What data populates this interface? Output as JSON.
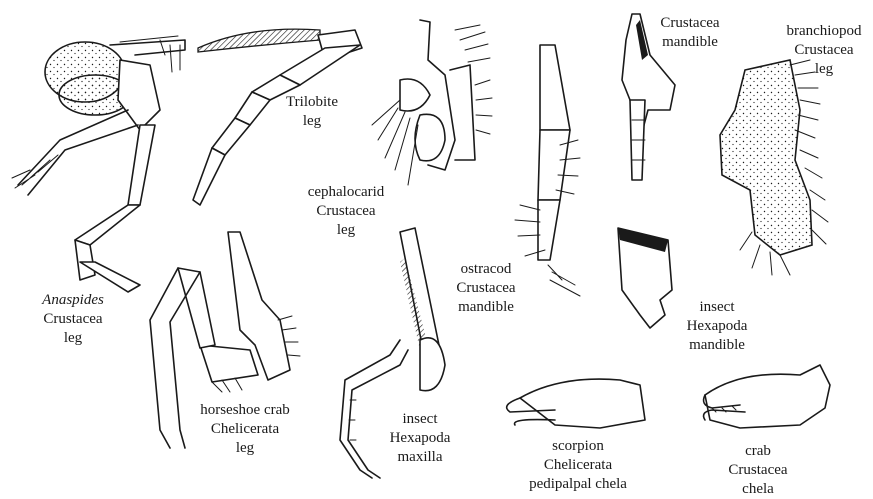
{
  "labels": {
    "anaspides": [
      "Anaspides",
      "Crustacea",
      "leg"
    ],
    "trilobite": [
      "Trilobite",
      "leg"
    ],
    "cephalocarid": [
      "cephalocarid",
      "Crustacea",
      "leg"
    ],
    "crustacea_mandible": [
      "Crustacea",
      "mandible"
    ],
    "branchiopod": [
      "branchiopod",
      "Crustacea",
      "leg"
    ],
    "ostracod": [
      "ostracod",
      "Crustacea",
      "mandible"
    ],
    "insect_mandible": [
      "insect",
      "Hexapoda",
      "mandible"
    ],
    "horseshoe_crab": [
      "horseshoe crab",
      "Chelicerata",
      "leg"
    ],
    "insect_maxilla": [
      "insect",
      "Hexapoda",
      "maxilla"
    ],
    "scorpion": [
      "scorpion",
      "Chelicerata",
      "pedipalpal chela"
    ],
    "crab": [
      "crab",
      "Crustacea",
      "chela"
    ]
  }
}
